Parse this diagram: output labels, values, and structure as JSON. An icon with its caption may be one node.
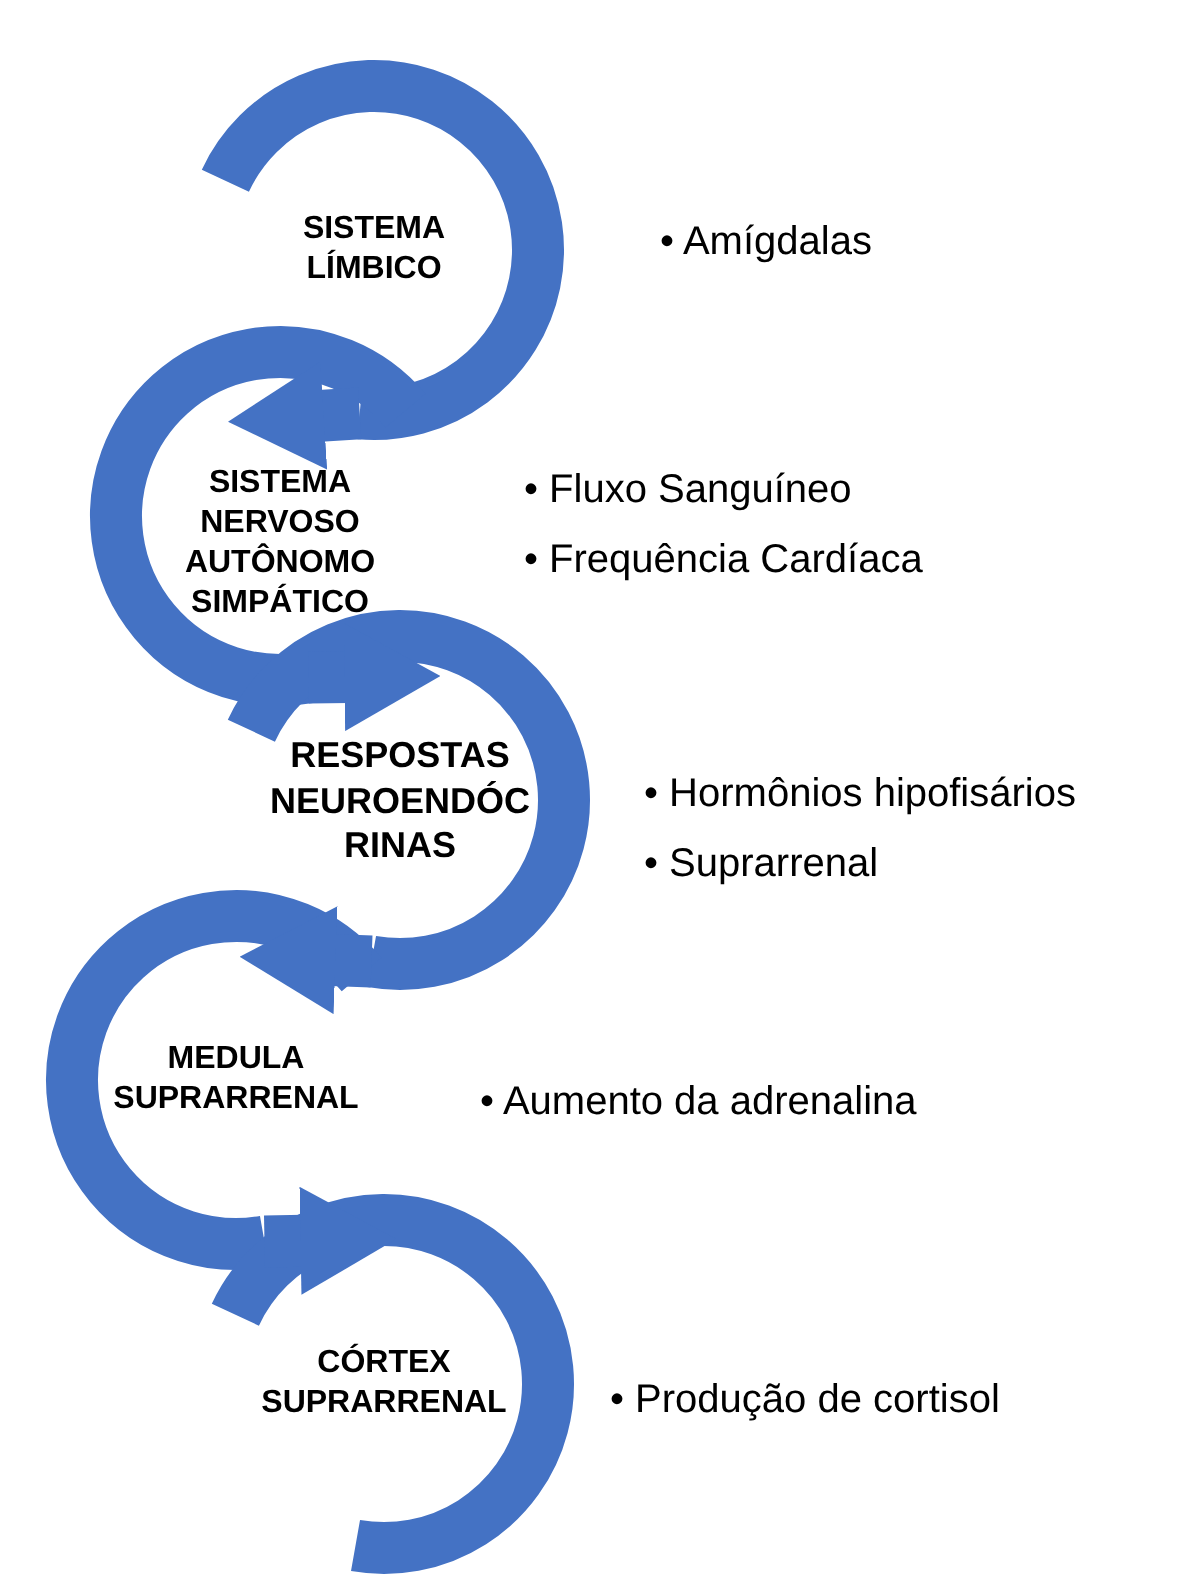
{
  "diagram": {
    "nodes": [
      {
        "text": [
          "SISTEMA LÍMBICO"
        ],
        "beside": [
          "• Amígdalas"
        ]
      },
      {
        "text": [
          "SISTEMA NERVOSO AUTÔNOMO SIMPÁTICO"
        ],
        "beside": [
          "• Fluxo Sanguíneo",
          "• Frequência Cardíaca"
        ]
      },
      {
        "text": [
          "RESPOSTAS NEUROENDÓCRINAS"
        ],
        "beside": [
          "• Hormônios hipofisários",
          "• Suprarrenal"
        ]
      },
      {
        "text": [
          "MEDULA SUPRARRENAL"
        ],
        "beside": [
          "• Aumento da adrenalina"
        ]
      },
      {
        "text": [
          "CÓRTEX SUPRARRENAL"
        ],
        "beside": [
          "• Produção de cortisol"
        ]
      }
    ],
    "edges": [
      {
        "from": 0,
        "to": 1,
        "arrow": "to"
      },
      {
        "from": 1,
        "to": 2,
        "arrow": "to"
      },
      {
        "from": 2,
        "to": 3,
        "arrow": "to"
      },
      {
        "from": 3,
        "to": 4,
        "arrow": "to"
      }
    ]
  }
}
